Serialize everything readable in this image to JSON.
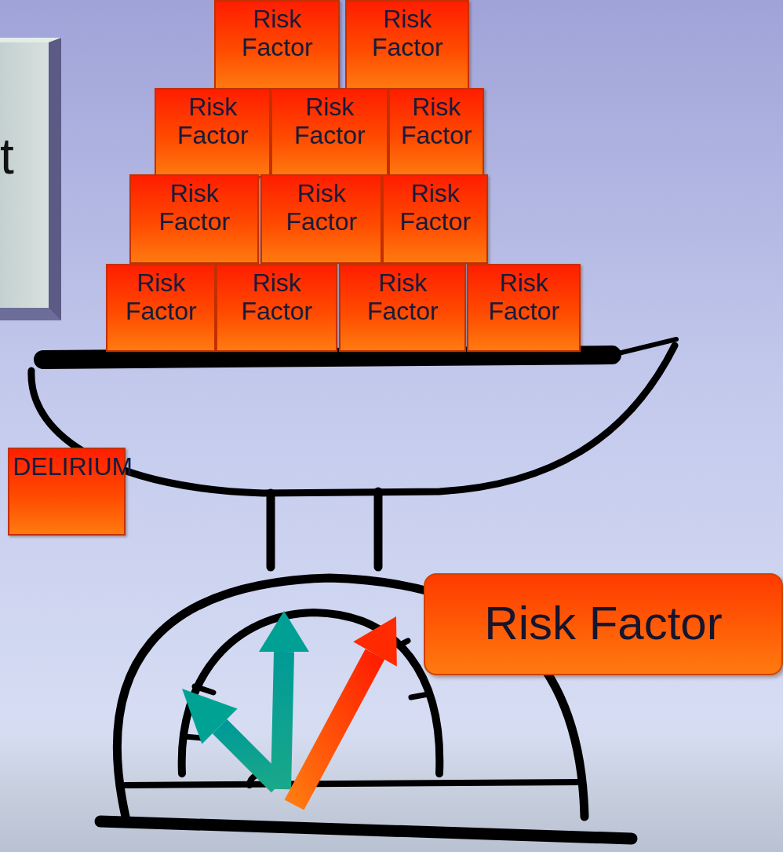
{
  "diagram": {
    "nodes": [
      {
        "text": [
          "t"
        ]
      },
      {
        "text": [
          "Risk Factor"
        ]
      },
      {
        "text": [
          "Risk Factor"
        ]
      },
      {
        "text": [
          "Risk Factor"
        ]
      },
      {
        "text": [
          "Risk Factor"
        ]
      },
      {
        "text": [
          "Risk Factor"
        ]
      },
      {
        "text": [
          "Risk Factor"
        ]
      },
      {
        "text": [
          "Risk Factor"
        ]
      },
      {
        "text": [
          "Risk Factor"
        ]
      },
      {
        "text": [
          "Risk Factor"
        ]
      },
      {
        "text": [
          "Risk Factor"
        ]
      },
      {
        "text": [
          "Risk Factor"
        ]
      },
      {
        "text": [
          "Risk Factor"
        ]
      },
      {
        "text": [
          "Risk Factor"
        ]
      },
      {
        "text": [
          "DELIRIUM"
        ]
      }
    ]
  }
}
